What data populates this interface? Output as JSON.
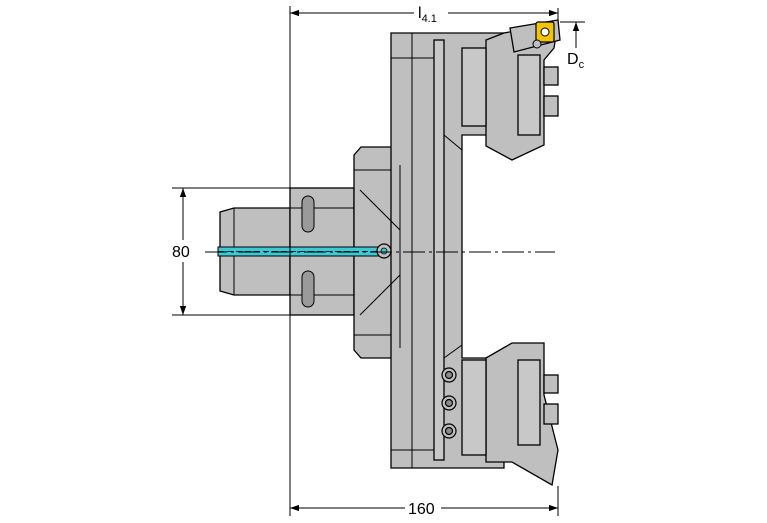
{
  "dimensions": {
    "length": {
      "symbol": "l",
      "subscript": "4.1"
    },
    "cutting_diameter": {
      "symbol": "D",
      "subscript": "c"
    },
    "shank_diameter": "80",
    "total_length": "160"
  },
  "colors": {
    "body_fill": "#bfbfbf",
    "body_stroke": "#000000",
    "coolant_channel": "#3ec8d4",
    "insert": "#f5c400"
  }
}
